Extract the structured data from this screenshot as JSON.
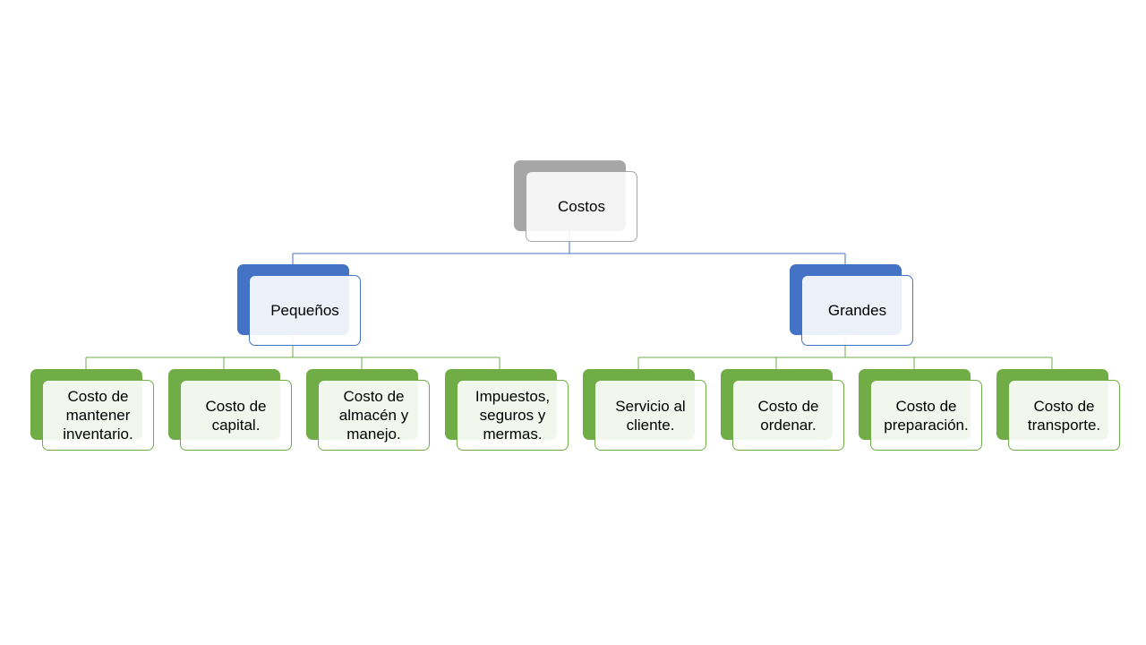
{
  "root": {
    "label": "Costos"
  },
  "groups": [
    {
      "label": "Pequeños",
      "children": [
        "Costo de mantener inventario.",
        "Costo de capital.",
        "Costo de almacén y manejo.",
        "Impuestos, seguros y mermas."
      ]
    },
    {
      "label": "Grandes",
      "children": [
        "Servicio al cliente.",
        "Costo de ordenar.",
        "Costo de preparación.",
        "Costo de transporte."
      ]
    }
  ],
  "colors": {
    "root": "#a6a6a6",
    "level1": "#4472c4",
    "level2": "#70ad47",
    "connector_level1": "#4472c4",
    "connector_level2": "#70ad47"
  }
}
